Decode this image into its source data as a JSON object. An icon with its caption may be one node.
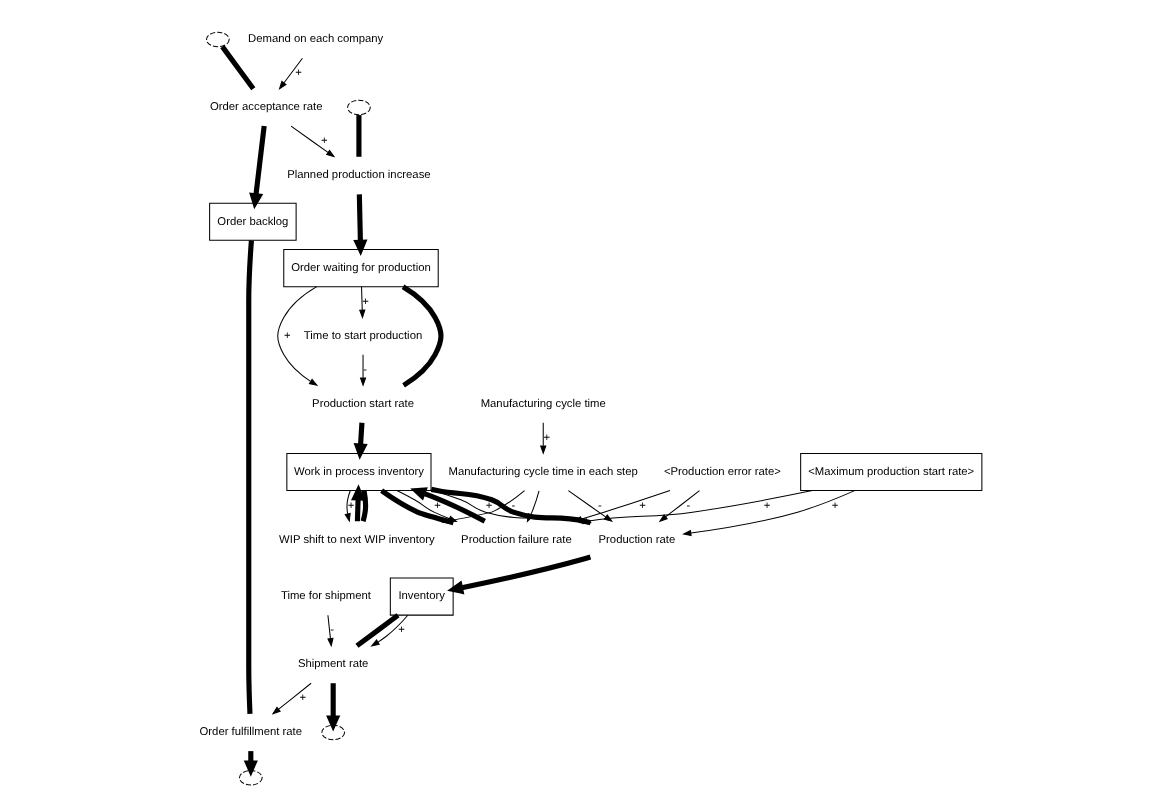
{
  "diagram": {
    "nodes": [
      {
        "text": [],
        "shape": "cloud"
      },
      {
        "text": [
          "Order backlog"
        ]
      },
      {
        "text": [],
        "shape": "cloud"
      },
      {
        "text": [
          "Order acceptance rate"
        ]
      },
      {
        "text": [
          "Order fulfillment rate"
        ]
      },
      {
        "text": [
          "Demand on each company"
        ]
      },
      {
        "text": [],
        "shape": "cloud"
      },
      {
        "text": [
          "Planned production increase"
        ]
      },
      {
        "text": [
          "Order waiting for production"
        ]
      },
      {
        "text": [
          "Production start rate"
        ]
      },
      {
        "text": [
          "Work in process inventory"
        ]
      },
      {
        "text": [
          "WIP shift to next WIP inventory"
        ]
      },
      {
        "text": [
          "Production rate"
        ]
      },
      {
        "text": [
          "Inventory"
        ]
      },
      {
        "text": [
          "Shipment rate"
        ]
      },
      {
        "text": [],
        "shape": "cloud"
      },
      {
        "text": [
          "Time to start production"
        ]
      },
      {
        "text": [
          "Production failure rate"
        ]
      },
      {
        "text": [
          "<Production error rate>"
        ]
      },
      {
        "text": [
          "<Maximum production start rate>"
        ]
      },
      {
        "text": [
          "Manufacturing cycle time in each step"
        ]
      },
      {
        "text": [
          "Time for shipment"
        ]
      },
      {
        "text": [
          "Manufacturing cycle time"
        ]
      }
    ],
    "edges": [
      {
        "from": 0,
        "to": 3,
        "arrow": "none",
        "style": "thick"
      },
      {
        "from": 3,
        "to": 1,
        "arrow": "to",
        "style": "thick"
      },
      {
        "from": 1,
        "to": 4,
        "arrow": "none",
        "style": "thick"
      },
      {
        "from": 4,
        "to": 2,
        "arrow": "to",
        "style": "thick"
      },
      {
        "from": 5,
        "to": 3,
        "arrow": "to",
        "label": "+"
      },
      {
        "from": 3,
        "to": 7,
        "arrow": "to",
        "label": "+"
      },
      {
        "from": 6,
        "to": 7,
        "arrow": "none",
        "style": "thick"
      },
      {
        "from": 7,
        "to": 8,
        "arrow": "to",
        "style": "thick"
      },
      {
        "from": 8,
        "to": 9,
        "arrow": "none",
        "style": "thick"
      },
      {
        "from": 9,
        "to": 10,
        "arrow": "to",
        "style": "thick"
      },
      {
        "from": 8,
        "to": 9,
        "arrow": "to",
        "label": "+"
      },
      {
        "from": 8,
        "to": 16,
        "arrow": "to",
        "label": "+"
      },
      {
        "from": 16,
        "to": 9,
        "arrow": "to",
        "label": "-"
      },
      {
        "from": 10,
        "to": 11,
        "arrow": "none",
        "style": "thick"
      },
      {
        "from": 11,
        "to": 10,
        "arrow": "to",
        "style": "thick"
      },
      {
        "from": 10,
        "to": 11,
        "arrow": "to",
        "label": "+"
      },
      {
        "from": 10,
        "to": 12,
        "arrow": "none",
        "style": "thick"
      },
      {
        "from": 12,
        "to": 13,
        "arrow": "to",
        "style": "thick"
      },
      {
        "from": 10,
        "to": 12,
        "arrow": "to",
        "label": "+"
      },
      {
        "from": 10,
        "to": 17,
        "arrow": "none",
        "style": "thick"
      },
      {
        "from": 17,
        "to": 10,
        "arrow": "to",
        "style": "thick"
      },
      {
        "from": 10,
        "to": 17,
        "arrow": "to",
        "label": "+"
      },
      {
        "from": 13,
        "to": 14,
        "arrow": "none",
        "style": "thick"
      },
      {
        "from": 14,
        "to": 15,
        "arrow": "to",
        "style": "thick"
      },
      {
        "from": 13,
        "to": 14,
        "arrow": "to",
        "label": "+"
      },
      {
        "from": 14,
        "to": 4,
        "arrow": "to",
        "label": "+"
      },
      {
        "from": 20,
        "to": 11,
        "arrow": "to",
        "label": "-"
      },
      {
        "from": 20,
        "to": 12,
        "arrow": "to",
        "label": "-"
      },
      {
        "from": 20,
        "to": 17,
        "arrow": "to"
      },
      {
        "from": 18,
        "to": 17,
        "arrow": "to",
        "label": "+"
      },
      {
        "from": 18,
        "to": 12,
        "arrow": "to",
        "label": "-"
      },
      {
        "from": 19,
        "to": 17,
        "arrow": "to",
        "label": "+"
      },
      {
        "from": 19,
        "to": 12,
        "arrow": "to",
        "label": "+"
      },
      {
        "from": 21,
        "to": 14,
        "arrow": "to",
        "label": "-"
      },
      {
        "from": 22,
        "to": 20,
        "arrow": "to",
        "label": "+"
      }
    ]
  }
}
